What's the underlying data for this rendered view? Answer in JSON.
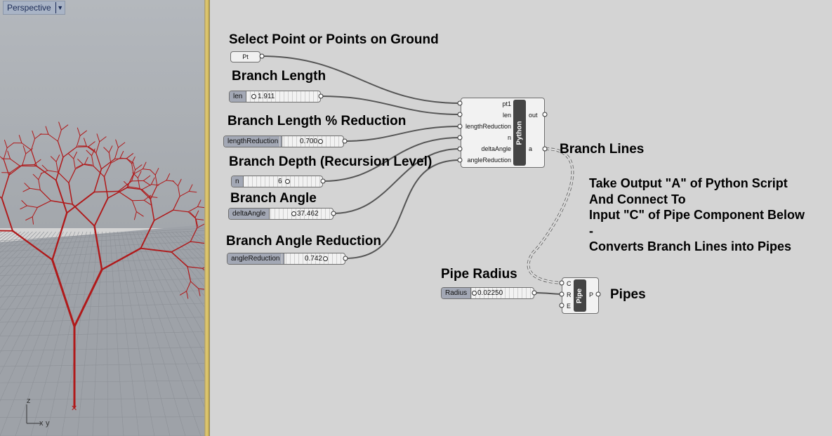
{
  "viewport": {
    "label": "Perspective",
    "dropdown_icon": "triangle-down",
    "axis": {
      "z": "z",
      "x": "x",
      "y": "y"
    },
    "colors": {
      "sky": "#a8adb3",
      "floor": "#9a9ea5",
      "grid": "#8d9197",
      "tree": "#b0191a"
    }
  },
  "canvas": {
    "title_points": "Select Point or Points on Ground",
    "title_length": "Branch Length",
    "title_reduction": "Branch Length % Reduction",
    "title_depth": "Branch Depth (Recursion Level)",
    "title_angle": "Branch Angle",
    "title_angle_reduction": "Branch Angle Reduction",
    "title_pipe_radius": "Pipe Radius",
    "label_branch_lines": "Branch Lines",
    "label_pipes": "Pipes",
    "note": {
      "line1": "Take Output \"A\" of Python Script",
      "line2": "And Connect To",
      "line3": "Input \"C\" of Pipe Component Below",
      "line4": "-",
      "line5": "Converts Branch Lines into Pipes"
    }
  },
  "params": {
    "pt": {
      "label": "Pt"
    }
  },
  "sliders": {
    "len": {
      "label": "len",
      "value": "1.911",
      "fraction": 0.1
    },
    "lengthReduction": {
      "label": "lengthReduction",
      "value": "0.700",
      "fraction": 0.9
    },
    "n": {
      "label": "n",
      "value": "6",
      "fraction": 0.6
    },
    "deltaAngle": {
      "label": "deltaAngle",
      "value": "37.462",
      "fraction": 0.45
    },
    "angleReduction": {
      "label": "angleReduction",
      "value": "0.742",
      "fraction": 0.65
    },
    "radius": {
      "label": "Radius",
      "value": "0.02250",
      "fraction": 0.05
    }
  },
  "python_component": {
    "name": "Python",
    "inputs": [
      "pt1",
      "len",
      "lengthReduction",
      "n",
      "deltaAngle",
      "angleReduction"
    ],
    "outputs": [
      "out",
      "a"
    ]
  },
  "pipe_component": {
    "name": "Pipe",
    "inputs": [
      "C",
      "R",
      "E"
    ],
    "outputs": [
      "P"
    ]
  }
}
